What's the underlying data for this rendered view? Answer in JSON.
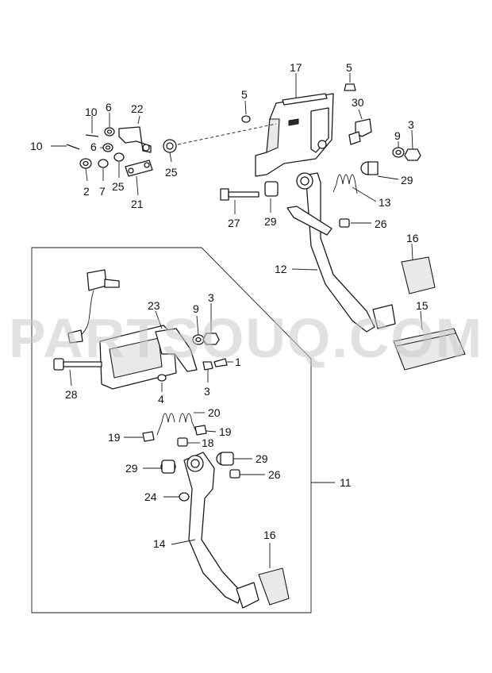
{
  "watermark": "PARTSOUQ.COM",
  "callouts": {
    "c17": "17",
    "c5a": "5",
    "c5b": "5",
    "c30": "30",
    "c3a": "3",
    "c9a": "9",
    "c29a": "29",
    "c13": "13",
    "c29b": "29",
    "c27": "27",
    "c26a": "26",
    "c16a": "16",
    "c12": "12",
    "c15": "15",
    "c10a": "10",
    "c6a": "6",
    "c22": "22",
    "c10b": "10",
    "c6b": "6",
    "c2": "2",
    "c7": "7",
    "c25a": "25",
    "c21": "21",
    "c25b": "25",
    "c23": "23",
    "c9b": "9",
    "c3b": "3",
    "c1": "1",
    "c3c": "3",
    "c28": "28",
    "c4": "4",
    "c20": "20",
    "c19a": "19",
    "c19b": "19",
    "c18": "18",
    "c29c": "29",
    "c29d": "29",
    "c26b": "26",
    "c11": "11",
    "c24": "24",
    "c14": "14",
    "c16b": "16"
  },
  "colors": {
    "line": "#1a1a1a",
    "watermark": "#c9c9c9",
    "background": "#ffffff"
  }
}
